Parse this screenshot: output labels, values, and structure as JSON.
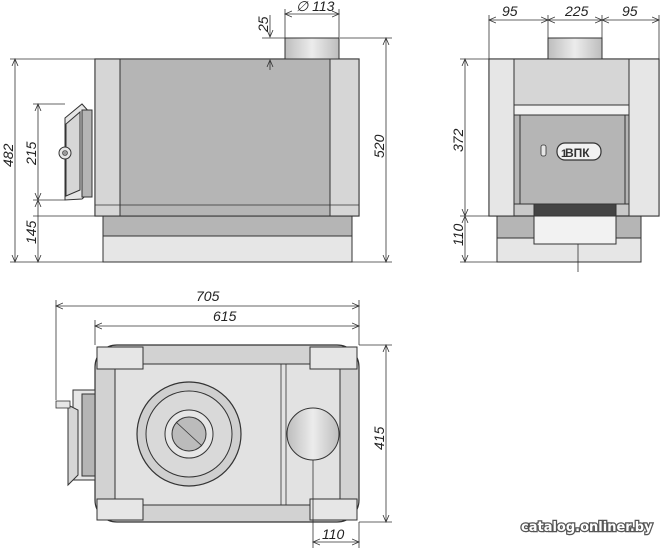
{
  "dimensions": {
    "chimney_diameter": "∅ 113",
    "top_offset": "25",
    "front_height_total": "482",
    "door_height": "215",
    "leg_height": "145",
    "overall_height": "520",
    "side_width_left": "95",
    "side_width_center": "225",
    "side_width_right": "95",
    "side_body_height": "372",
    "side_leg_height": "110",
    "plan_total_length": "705",
    "plan_body_length": "615",
    "plan_depth": "415",
    "plan_chimney_offset": "110"
  },
  "badge_text": "ВПК",
  "watermark": "catalog.onliner.by"
}
